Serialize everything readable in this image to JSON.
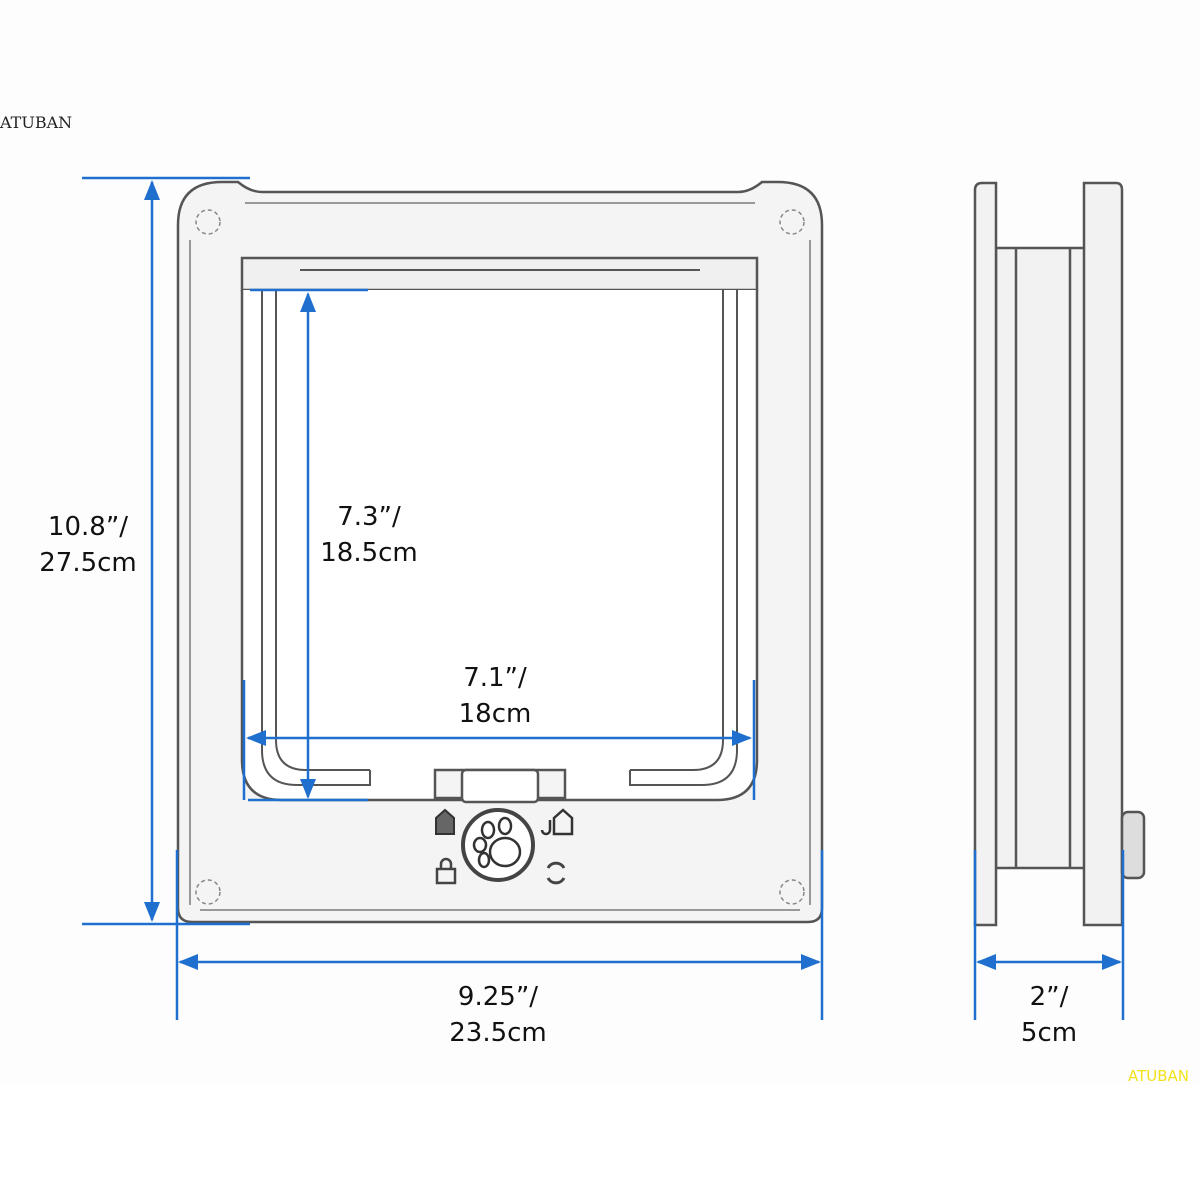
{
  "watermark": "ATUBAN",
  "dimensions": {
    "height": {
      "inch": "10.8”/",
      "cm": "27.5cm"
    },
    "opening_height": {
      "inch": "7.3”/",
      "cm": "18.5cm"
    },
    "opening_width": {
      "inch": "7.1”/",
      "cm": "18cm"
    },
    "width": {
      "inch": "9.25”/",
      "cm": "23.5cm"
    },
    "depth": {
      "inch": "2”/",
      "cm": "5cm"
    }
  },
  "icons": [
    "paw-dial-icon",
    "in-only-house-icon",
    "out-only-house-icon",
    "lock-icon",
    "open-cycle-icon"
  ],
  "colors": {
    "dimension_line": "#1f6fcf",
    "outline": "#555555",
    "fill": "#f3f3f3",
    "watermark_bottom": "#f2e21a"
  }
}
